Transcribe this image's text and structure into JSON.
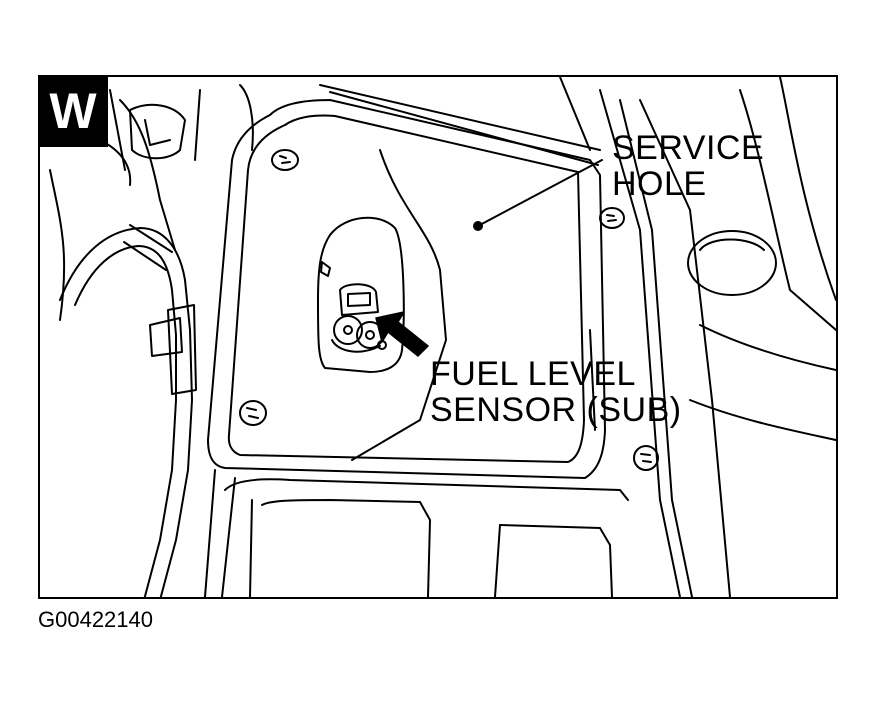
{
  "badge": {
    "letter": "W"
  },
  "callouts": {
    "service_hole": {
      "line1": "SERVICE",
      "line2": "HOLE"
    },
    "fuel_sensor": {
      "line1": "FUEL LEVEL",
      "line2": "SENSOR (SUB)"
    }
  },
  "figure_id": "G00422140",
  "colors": {
    "ink": "#000000",
    "paper": "#ffffff"
  }
}
